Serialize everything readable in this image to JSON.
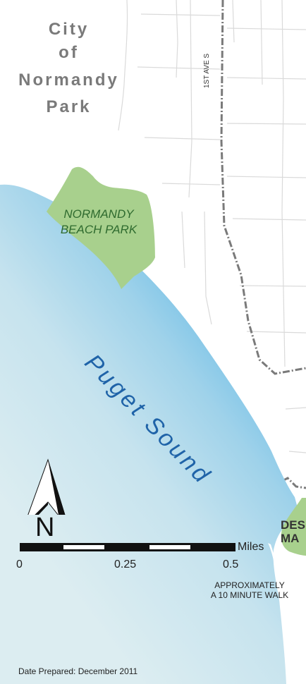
{
  "labels": {
    "city": [
      "City",
      "of",
      "Normandy",
      "Park"
    ],
    "park_normandy": [
      "NORMANDY",
      "BEACH PARK"
    ],
    "water": "Puget Sound",
    "road": "1ST AVE S",
    "park_des_moines": [
      "DES",
      "MA"
    ],
    "north": "N"
  },
  "scale_bar": {
    "ticks": [
      "0",
      "0.25",
      "0.5"
    ],
    "unit": "Miles"
  },
  "note": [
    "APPROXIMATELY",
    "A 10 MINUTE WALK"
  ],
  "date_prepared": "Date Prepared: December 2011",
  "colors": {
    "water_deep": "#6cbde6",
    "water_shallow": "#d7ebf0",
    "park": "#a8d08d",
    "street": "#d8d8d8",
    "walk_route": "#7a7a7a",
    "city_label": "#7a7a7a",
    "park_label": "#2f6b2f",
    "water_label": "#1f63a8"
  }
}
